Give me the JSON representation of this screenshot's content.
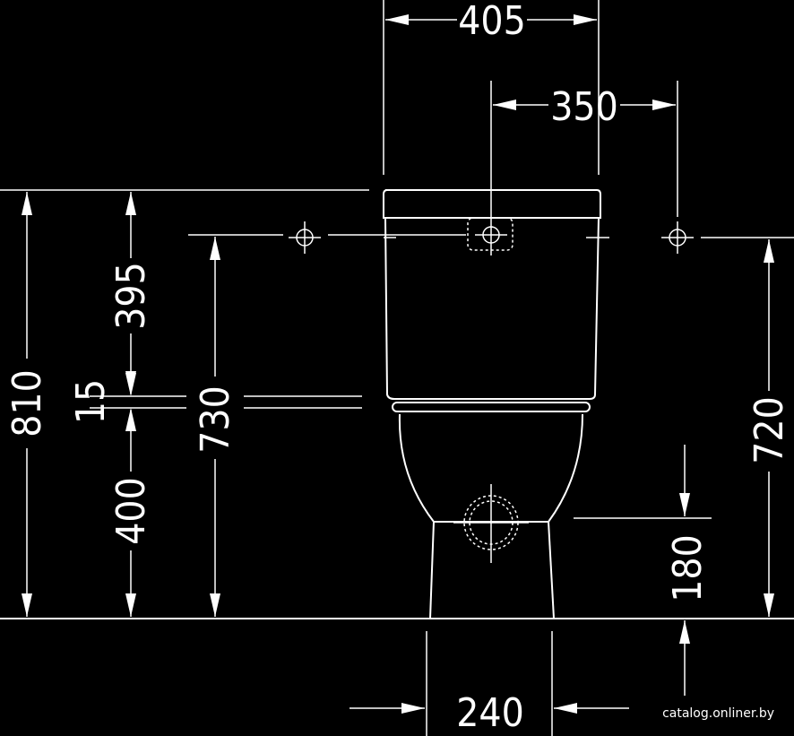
{
  "colors": {
    "background": "#000000",
    "line": "#ffffff"
  },
  "dimensions": {
    "overall_width": "405",
    "tank_offset": "350",
    "total_height": "810",
    "tank_height": "395",
    "gap": "15",
    "bowl_height": "400",
    "mounting_height_left": "730",
    "mounting_height_right": "720",
    "outlet_height": "180",
    "base_width": "240"
  },
  "watermark": "catalog.onliner.by"
}
